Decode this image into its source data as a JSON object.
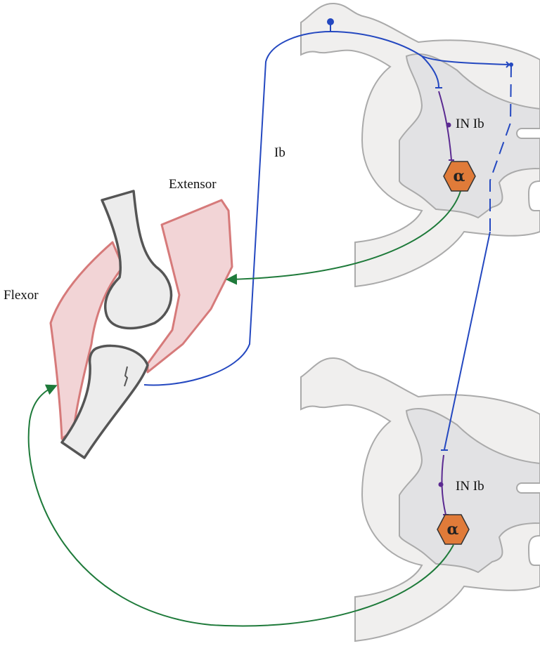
{
  "labels": {
    "flexor": "Flexor",
    "extensor": "Extensor",
    "ib_fiber": "Ib",
    "interneuron_top": "IN Ib",
    "interneuron_bottom": "IN Ib",
    "motoneuron_top": "α",
    "motoneuron_bottom": "α"
  },
  "colors": {
    "afferent_ib": "#2448c0",
    "interneuron": "#5b2a91",
    "motor_axon": "#1e7a3a",
    "motoneuron_fill": "#e07b39",
    "muscle_fill": "#f2d4d6",
    "muscle_stroke": "#d67a7a",
    "white_matter": "#f0efee",
    "gray_matter": "#e2e2e4"
  }
}
